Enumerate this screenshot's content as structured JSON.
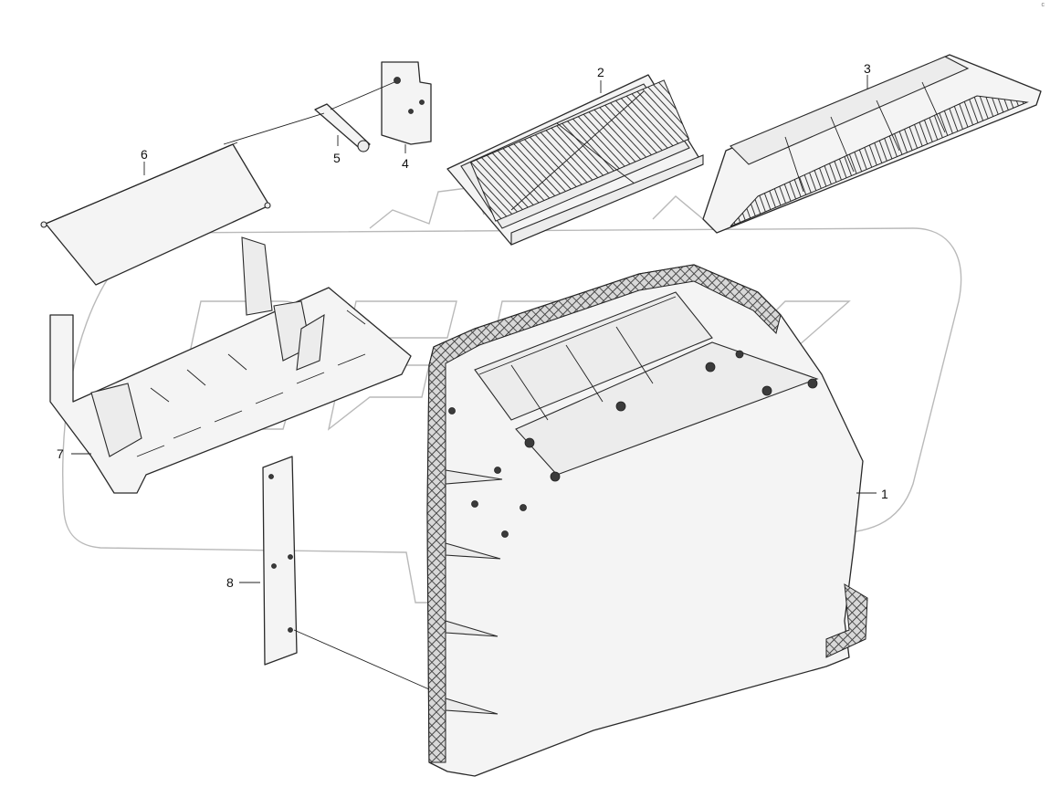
{
  "corner_mark": "c",
  "watermark": "OREX",
  "callouts": [
    {
      "id": "1",
      "label": "1"
    },
    {
      "id": "2",
      "label": "2"
    },
    {
      "id": "3",
      "label": "3"
    },
    {
      "id": "4",
      "label": "4"
    },
    {
      "id": "5",
      "label": "5"
    },
    {
      "id": "6",
      "label": "6"
    },
    {
      "id": "7",
      "label": "7"
    },
    {
      "id": "8",
      "label": "8"
    }
  ]
}
